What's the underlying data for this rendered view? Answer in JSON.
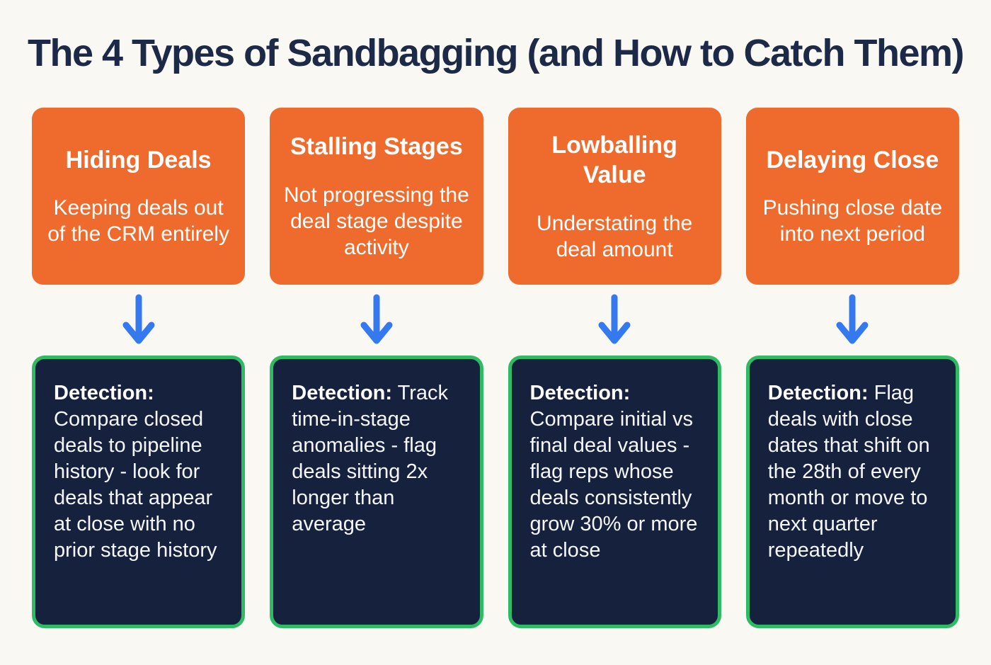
{
  "title": "The 4 Types of Sandbagging (and How to Catch Them)",
  "colors": {
    "background": "#FAF8F3",
    "title_text": "#1C2947",
    "type_card_bg": "#EE6B2D",
    "type_card_text": "#FFFFFF",
    "detection_card_bg": "#16213E",
    "detection_card_border": "#2EBB63",
    "detection_card_text": "#F5F6F8",
    "arrow": "#3579EE"
  },
  "columns": [
    {
      "type_title": "Hiding Deals",
      "type_description": "Keeping deals out of the CRM entirely",
      "detection_label": "Detection:",
      "detection_text": "Compare closed deals to pipeline history - look for deals that appear at close with no prior stage history"
    },
    {
      "type_title": "Stalling Stages",
      "type_description": "Not progressing the deal stage despite activity",
      "detection_label": "Detection:",
      "detection_text": "Track time-in-stage anomalies - flag deals sitting 2x longer than average"
    },
    {
      "type_title": "Lowballing Value",
      "type_description": "Understating the deal amount",
      "detection_label": "Detection:",
      "detection_text": "Compare initial vs final deal values - flag reps whose deals consistently grow 30% or more at close"
    },
    {
      "type_title": "Delaying Close",
      "type_description": "Pushing close date into next period",
      "detection_label": "Detection:",
      "detection_text": "Flag deals with close dates that shift on the 28th of every month or move to next quarter repeatedly"
    }
  ]
}
